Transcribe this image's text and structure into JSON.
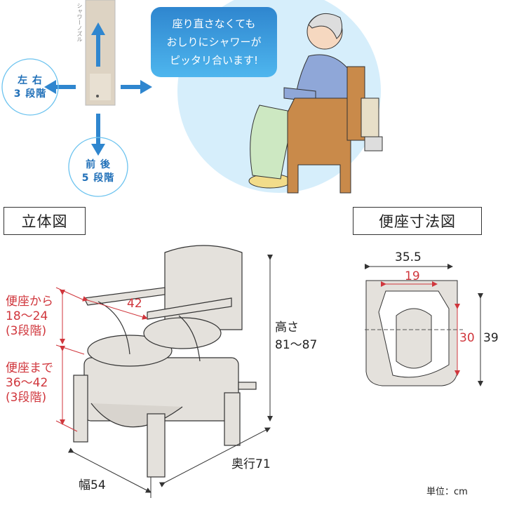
{
  "top": {
    "nozzle_label": "シャワーノズル",
    "lr_adjust": {
      "line1": "左 右",
      "line2": "3 段階"
    },
    "fb_adjust": {
      "line1": "前 後",
      "line2": "5 段階"
    },
    "bubble": {
      "line1": "座り直さなくても",
      "line2": "おしりにシャワーが",
      "line3": "ピッタリ合います!"
    }
  },
  "iso_view": {
    "title": "立体図",
    "armrest_height": {
      "line1": "便座から",
      "line2": "18〜24",
      "line3": "(3段階)"
    },
    "seat_height": {
      "line1": "便座まで",
      "line2": "36〜42",
      "line3": "(3段階)"
    },
    "armrest_gap": "42",
    "height": {
      "line1": "高さ",
      "line2": "81〜87"
    },
    "depth": "奥行71",
    "width": "幅54"
  },
  "seat_view": {
    "title": "便座寸法図",
    "outer_width": "35.5",
    "inner_width": "19",
    "inner_length": "30",
    "outer_length": "39"
  },
  "unit": "単位：cm",
  "colors": {
    "accent_blue": "#2f86cf",
    "dimension_red": "#d0363c",
    "bg_circle": "#d6eefb"
  }
}
